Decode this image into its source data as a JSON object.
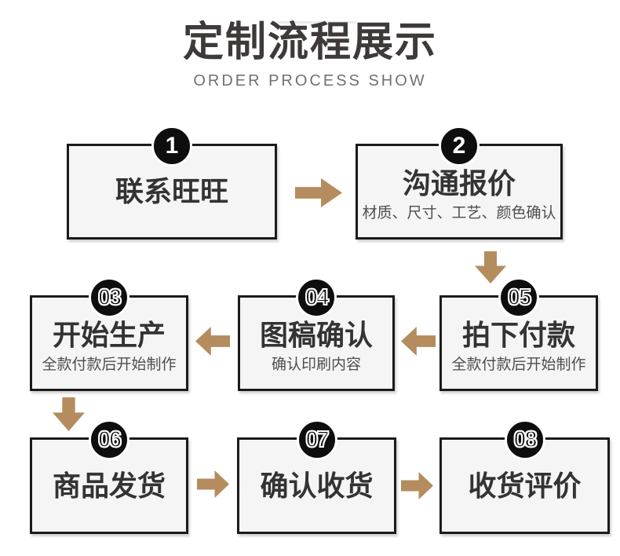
{
  "header": {
    "title": "定制流程展示",
    "subtitle": "ORDER PROCESS SHOW"
  },
  "colors": {
    "arrow": "#b58c5e",
    "box_background": "#f5f5f5",
    "box_border": "#1b1b1b",
    "badge_background": "#0e0e0e",
    "title_text": "#3e3a39",
    "label_text": "#333333",
    "sub_text": "#4f4d4d"
  },
  "steps": [
    {
      "badge": "1",
      "label": "联系旺旺"
    },
    {
      "badge": "2",
      "label": "沟通报价",
      "sub": "材质、尺寸、工艺、颜色确认"
    },
    {
      "badge": "03",
      "label": "开始生产",
      "sub": "全款付款后开始制作"
    },
    {
      "badge": "04",
      "label": "图稿确认",
      "sub": "确认印刷内容"
    },
    {
      "badge": "05",
      "label": "拍下付款",
      "sub": "全款付款后开始制作"
    },
    {
      "badge": "06",
      "label": "商品发货"
    },
    {
      "badge": "07",
      "label": "确认收货"
    },
    {
      "badge": "08",
      "label": "收货评价"
    }
  ]
}
